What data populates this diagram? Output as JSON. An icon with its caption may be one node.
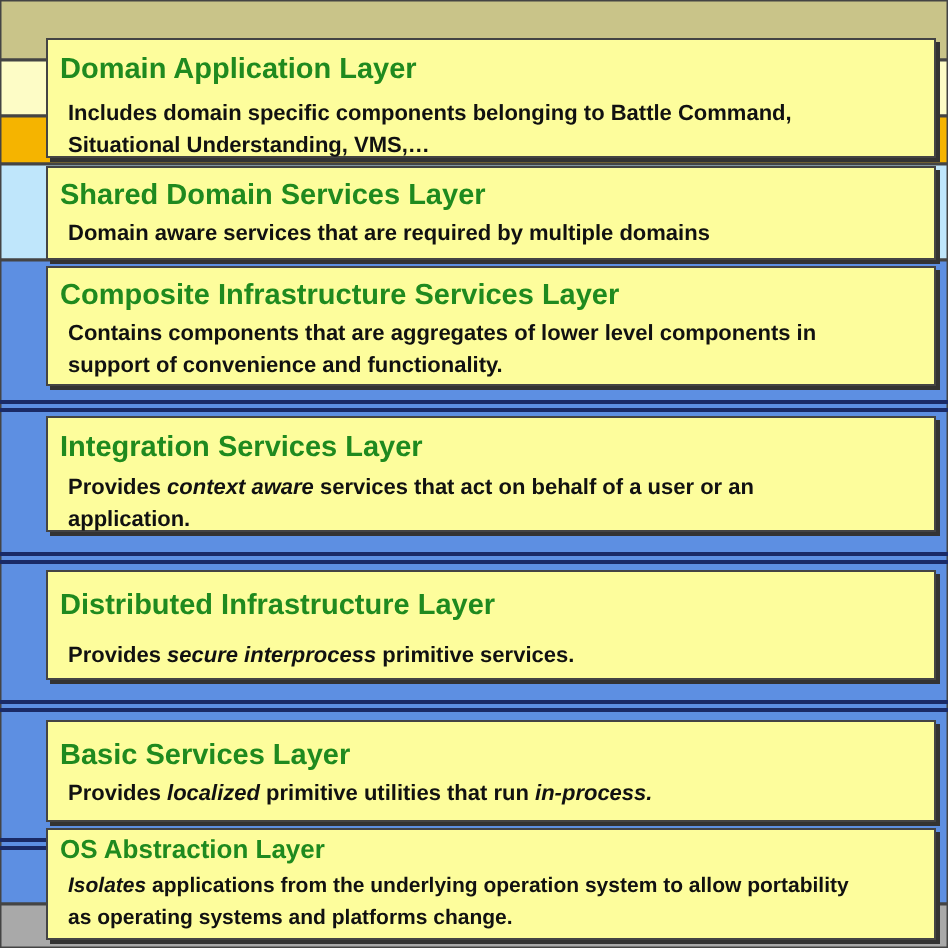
{
  "diagram": {
    "nodes": [
      {
        "text": [
          "Domain Application Layer",
          "Includes domain specific components belonging to Battle Command, Situational Understanding, VMS,…"
        ]
      },
      {
        "text": [
          "Shared Domain Services Layer",
          "Domain aware services that are required by multiple domains"
        ]
      },
      {
        "text": [
          "Composite Infrastructure Services Layer",
          "Contains components that are aggregates  of lower level components in support of convenience and functionality."
        ]
      },
      {
        "text": [
          "Integration Services Layer",
          "Provides *context aware* services that act on behalf of a user or an application."
        ]
      },
      {
        "text": [
          "Distributed Infrastructure Layer",
          "Provides *secure interprocess* primitive services."
        ]
      },
      {
        "text": [
          "Basic Services Layer",
          "Provides *localized* primitive utilities that run *in-process.*"
        ]
      },
      {
        "text": [
          "OS Abstraction Layer",
          "*Isolates* applications from the underlying operation system to allow portability as operating systems and platforms change."
        ]
      }
    ]
  }
}
